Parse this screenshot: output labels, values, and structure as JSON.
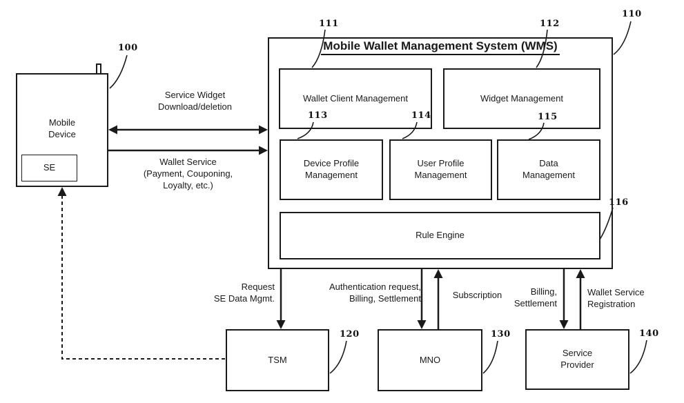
{
  "nodes": {
    "mobile_device": {
      "line1": "Mobile",
      "line2": "Device",
      "ref": "100"
    },
    "se": {
      "label": "SE"
    },
    "wms": {
      "title": "Mobile Wallet Management System (WMS)",
      "ref": "110"
    },
    "wallet_client": {
      "label": "Wallet Client Management",
      "ref": "111"
    },
    "widget_mgmt": {
      "label": "Widget Management",
      "ref": "112"
    },
    "device_profile": {
      "line1": "Device Profile",
      "line2": "Management",
      "ref": "113"
    },
    "user_profile": {
      "line1": "User Profile",
      "line2": "Management",
      "ref": "114"
    },
    "data_mgmt": {
      "line1": "Data",
      "line2": "Management",
      "ref": "115"
    },
    "rule_engine": {
      "label": "Rule Engine",
      "ref": "116"
    },
    "tsm": {
      "label": "TSM",
      "ref": "120"
    },
    "mno": {
      "label": "MNO",
      "ref": "130"
    },
    "service_provider": {
      "line1": "Service",
      "line2": "Provider",
      "ref": "140"
    }
  },
  "edges": {
    "service_widget": {
      "line1": "Service Widget",
      "line2": "Download/deletion"
    },
    "wallet_service": {
      "line1": "Wallet Service",
      "line2": "(Payment, Couponing,",
      "line3": "Loyalty, etc.)"
    },
    "request_se": {
      "line1": "Request",
      "line2": "SE Data Mgmt."
    },
    "auth": {
      "line1": "Authentication request,",
      "line2": "Billing, Settlement"
    },
    "subscription": {
      "label": "Subscription"
    },
    "billing": {
      "line1": "Billing,",
      "line2": "Settlement"
    },
    "registration": {
      "line1": "Wallet Service",
      "line2": "Registration"
    }
  },
  "colors": {
    "ink": "#1a1a1a",
    "background": "#ffffff"
  }
}
